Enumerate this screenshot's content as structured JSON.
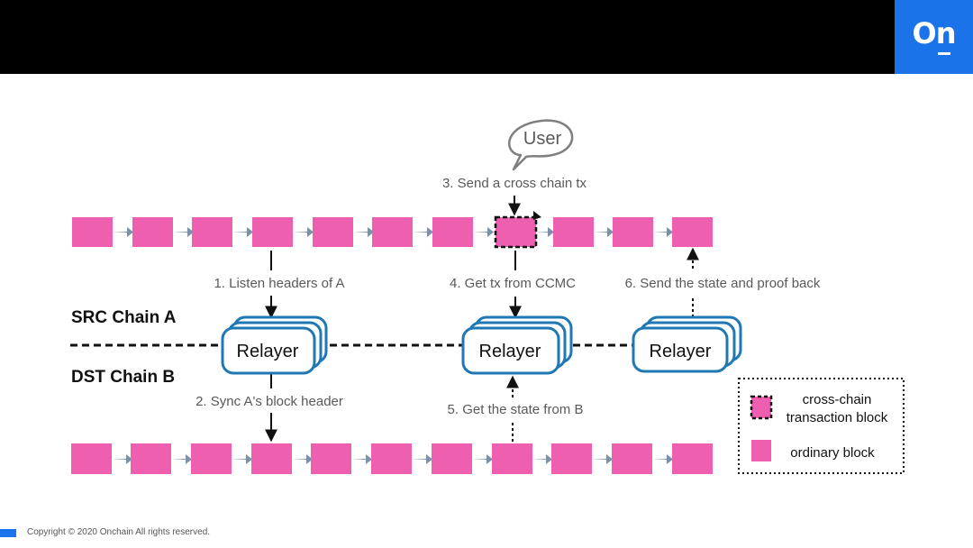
{
  "header": {
    "logo_text": "On"
  },
  "diagram": {
    "user_label": "User",
    "step3_label": "3. Send a cross chain tx",
    "step1_label": "1. Listen headers of A",
    "step4_label": "4. Get tx from CCMC",
    "step6_label": "6. Send the state and proof back",
    "src_chain_label": "SRC Chain A",
    "dst_chain_label": "DST Chain B",
    "relayer_label": "Relayer",
    "step2_label": "2. Sync A's block header",
    "step5_label": "5. Get the state from B",
    "legend": {
      "cross_chain_line1": "cross-chain",
      "cross_chain_line2": "transaction block",
      "ordinary": "ordinary block"
    },
    "colors": {
      "block": "#ee5fb0",
      "arrow": "#7a91a8",
      "relayer_border": "#1f78b4"
    }
  },
  "footer": {
    "copyright": "Copyright © 2020 Onchain  All rights reserved."
  }
}
